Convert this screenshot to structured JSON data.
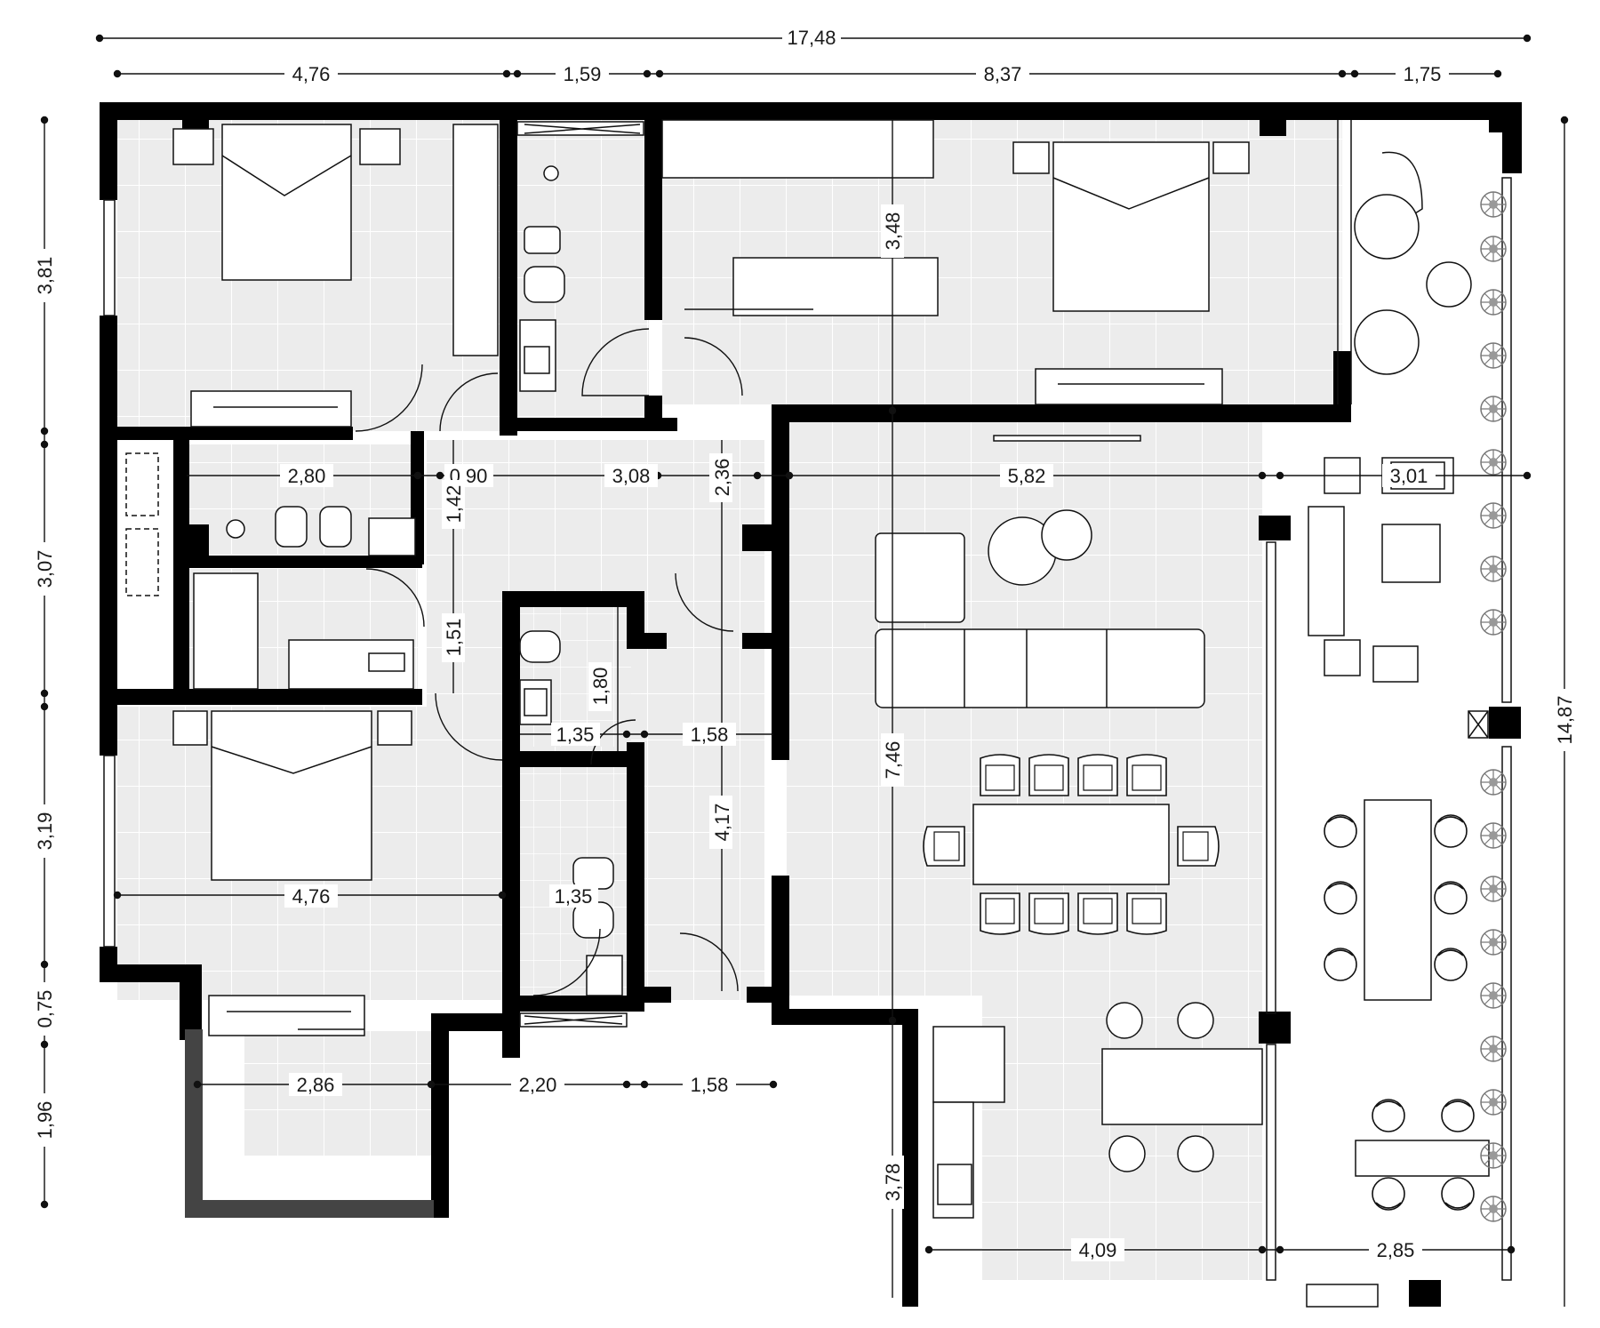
{
  "plan": {
    "overall_width": "17,48",
    "overall_height": "14,87",
    "top_dims": [
      "4,76",
      "1,59",
      "8,37",
      "1,75"
    ],
    "left_dims": [
      "3,81",
      "3,07",
      "3,19",
      "0,75",
      "1,96"
    ],
    "interior_dims": {
      "bed1_width": "2,80",
      "hall_a": "0,90",
      "hall_b": "3,08",
      "hall_c": "2,36",
      "hall_d": "1,42",
      "living_width": "5,82",
      "terrace_width": "3,01",
      "hall_e": "1,51",
      "bath_h": "1,80",
      "bath_w1": "1,35",
      "hall_f": "1,58",
      "master_h": "3,48",
      "living_h": "7,46",
      "hall_g": "4,17",
      "bed3_width": "4,76",
      "bath_w2": "1,35",
      "balcony_w": "2,86",
      "balcony_b": "2,20",
      "balcony_c": "1,58",
      "kitchen_h": "3,78",
      "kitchen_w": "4,09",
      "terrace_b": "2,85"
    }
  },
  "colors": {
    "wall": "#000000",
    "floor": "#ececec",
    "grid": "#ffffff",
    "line": "#1a1a1a",
    "plant": "#6f6f6f"
  }
}
